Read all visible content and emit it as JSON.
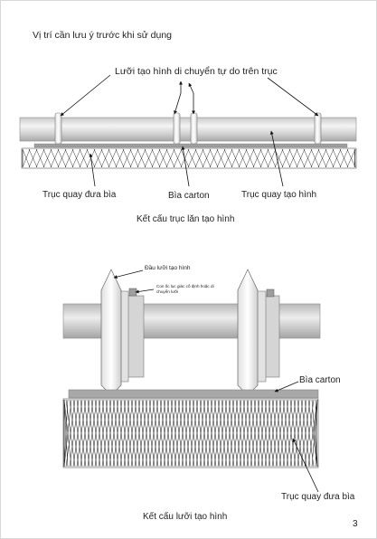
{
  "page": {
    "number": "3"
  },
  "section": {
    "title": "Vị trí cần lưu ý trước khi sử dụng"
  },
  "figure1": {
    "label_blades": "Lưỡi tạo hình di chuyển tự do trên trục",
    "label_feed_roller": "Trục quay đưa bìa",
    "label_carton": "Bìa carton",
    "label_forming_roller": "Trục quay tạo hình",
    "caption": "Kết cấu trục lăn tạo hình"
  },
  "figure2": {
    "label_blade_tip": "Đầu lưỡi tạo hình",
    "label_hex_nut": "Con ốc lục giác cố định hoặc di chuyển lưỡi",
    "label_carton": "Bìa carton",
    "label_feed_roller": "Trục quay đưa bìa",
    "caption": "Kết cấu lưỡi tạo hình"
  },
  "colors": {
    "shaft": "#bdbdbd",
    "board": "#9e9e9e",
    "ink": "#1a1a1a"
  }
}
